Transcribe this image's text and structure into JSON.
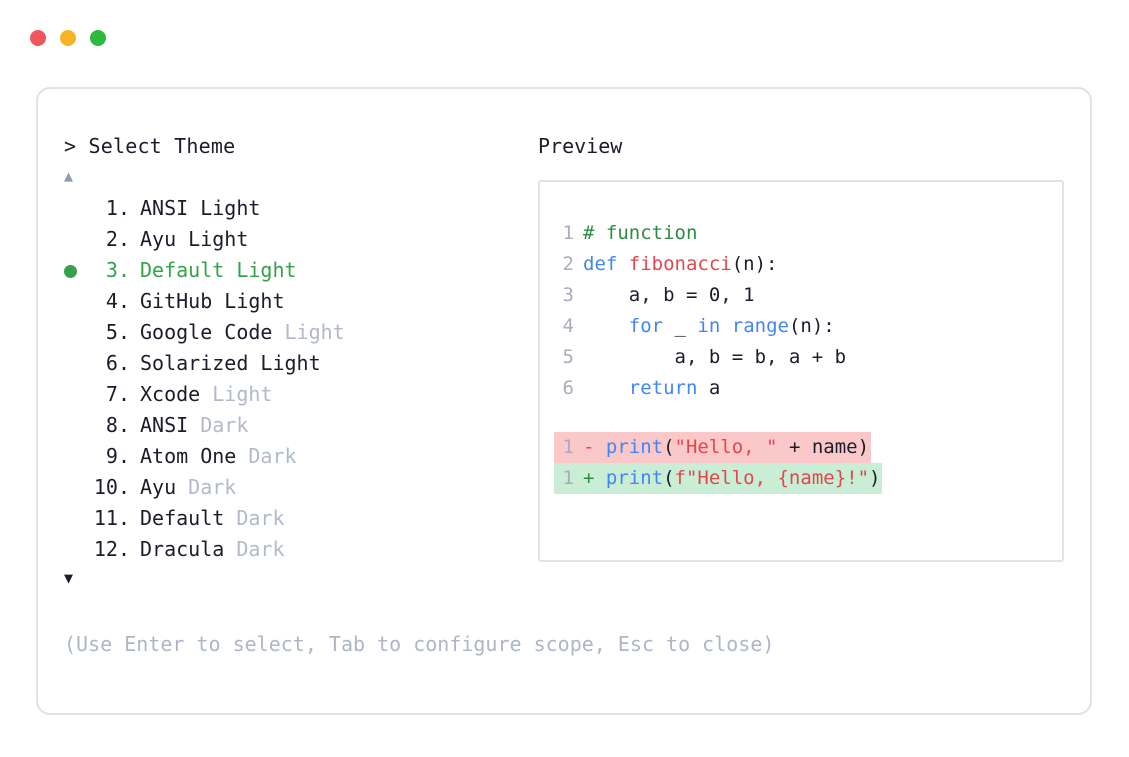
{
  "window": {
    "traffic_lights": [
      {
        "name": "close",
        "color": "#F1565B"
      },
      {
        "name": "minimize",
        "color": "#F5B425"
      },
      {
        "name": "maximize",
        "color": "#2BBA3E"
      }
    ]
  },
  "selector": {
    "prompt": "> Select Theme",
    "scroll_up_glyph": "▲",
    "scroll_down_glyph": "▼",
    "selected_index": 3,
    "items": [
      {
        "num": "1.",
        "name": "ANSI",
        "mode": "Light",
        "mode_dim": false,
        "selected": false
      },
      {
        "num": "2.",
        "name": "Ayu",
        "mode": "Light",
        "mode_dim": false,
        "selected": false
      },
      {
        "num": "3.",
        "name": "Default",
        "mode": "Light",
        "mode_dim": false,
        "selected": true
      },
      {
        "num": "4.",
        "name": "GitHub",
        "mode": "Light",
        "mode_dim": false,
        "selected": false
      },
      {
        "num": "5.",
        "name": "Google Code",
        "mode": "Light",
        "mode_dim": true,
        "selected": false
      },
      {
        "num": "6.",
        "name": "Solarized",
        "mode": "Light",
        "mode_dim": false,
        "selected": false
      },
      {
        "num": "7.",
        "name": "Xcode",
        "mode": "Light",
        "mode_dim": true,
        "selected": false
      },
      {
        "num": "8.",
        "name": "ANSI",
        "mode": "Dark",
        "mode_dim": true,
        "selected": false
      },
      {
        "num": "9.",
        "name": "Atom One",
        "mode": "Dark",
        "mode_dim": true,
        "selected": false
      },
      {
        "num": "10.",
        "name": "Ayu",
        "mode": "Dark",
        "mode_dim": true,
        "selected": false
      },
      {
        "num": "11.",
        "name": "Default",
        "mode": "Dark",
        "mode_dim": true,
        "selected": false
      },
      {
        "num": "12.",
        "name": "Dracula",
        "mode": "Dark",
        "mode_dim": true,
        "selected": false
      }
    ],
    "hint": "(Use Enter to select, Tab to configure scope, Esc to close)"
  },
  "preview": {
    "label": "Preview",
    "code_lines": [
      {
        "ln": "1",
        "tokens": [
          {
            "t": "# function",
            "c": "tok-comment"
          }
        ]
      },
      {
        "ln": "2",
        "tokens": [
          {
            "t": "def ",
            "c": "tok-kw"
          },
          {
            "t": "fibonacci",
            "c": "tok-fn"
          },
          {
            "t": "(n):",
            "c": "tok-plain"
          }
        ]
      },
      {
        "ln": "3",
        "tokens": [
          {
            "t": "    a, b = 0, 1",
            "c": "tok-plain"
          }
        ]
      },
      {
        "ln": "4",
        "tokens": [
          {
            "t": "    ",
            "c": "tok-plain"
          },
          {
            "t": "for",
            "c": "tok-kw"
          },
          {
            "t": " _ ",
            "c": "tok-plain"
          },
          {
            "t": "in",
            "c": "tok-kw"
          },
          {
            "t": " ",
            "c": "tok-plain"
          },
          {
            "t": "range",
            "c": "tok-kw"
          },
          {
            "t": "(n):",
            "c": "tok-plain"
          }
        ]
      },
      {
        "ln": "5",
        "tokens": [
          {
            "t": "        a, b = b, a + b",
            "c": "tok-plain"
          }
        ]
      },
      {
        "ln": "6",
        "tokens": [
          {
            "t": "    ",
            "c": "tok-plain"
          },
          {
            "t": "return",
            "c": "tok-kw"
          },
          {
            "t": " a",
            "c": "tok-plain"
          }
        ]
      }
    ],
    "diff_lines": [
      {
        "kind": "del",
        "ln": "1",
        "mark": "-",
        "tokens": [
          {
            "t": "print",
            "c": "tok-kw"
          },
          {
            "t": "(",
            "c": "tok-plain"
          },
          {
            "t": "\"Hello, \"",
            "c": "tok-str"
          },
          {
            "t": " + name)",
            "c": "tok-plain"
          }
        ]
      },
      {
        "kind": "add",
        "ln": "1",
        "mark": "+",
        "tokens": [
          {
            "t": "print",
            "c": "tok-kw"
          },
          {
            "t": "(",
            "c": "tok-plain"
          },
          {
            "t": "f\"Hello, {name}!\"",
            "c": "tok-str"
          },
          {
            "t": ")",
            "c": "tok-plain"
          }
        ]
      }
    ]
  }
}
